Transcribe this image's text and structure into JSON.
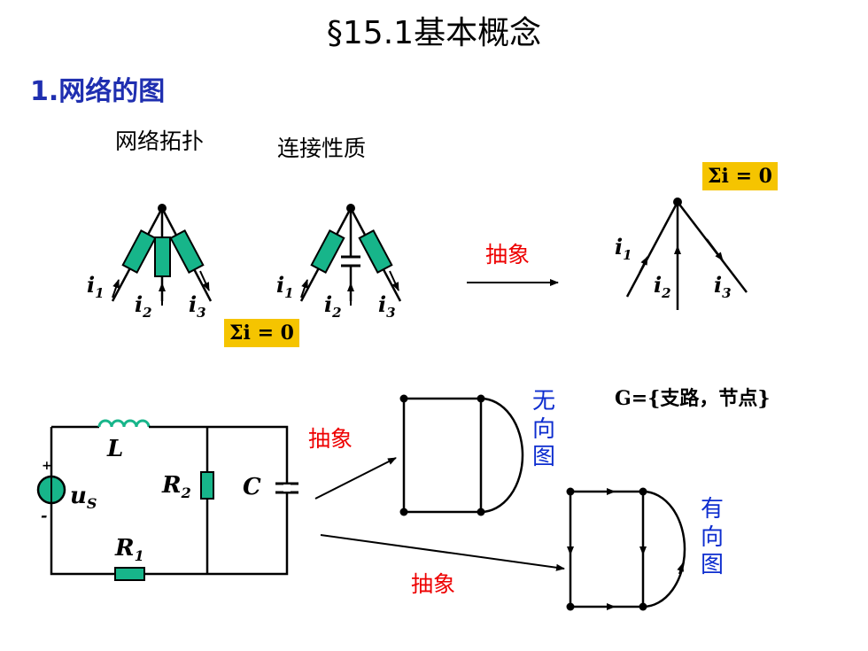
{
  "slide": {
    "title": "§15.1基本概念",
    "section": "1.网络的图",
    "topology_label": "网络拓扑",
    "connectivity_label": "连接性质",
    "kcl_equation": "Σi = 0",
    "abstraction_label": "抽象",
    "graph_definition": "G={支路，节点}",
    "undirected_graph_label": [
      "无",
      "向",
      "图"
    ],
    "directed_graph_label": [
      "有",
      "向",
      "图"
    ]
  },
  "node_diagrams": {
    "currents": [
      "i1",
      "i2",
      "i3"
    ]
  },
  "circuit": {
    "components": [
      "L",
      "R2",
      "C",
      "uS",
      "R1"
    ]
  },
  "colors": {
    "accent_yellow": "#f5c400",
    "component_green": "#17b58a",
    "abstraction_red": "#ee0000",
    "section_blue": "#1f2fb0",
    "graph_label_blue": "#0d2dcf"
  }
}
